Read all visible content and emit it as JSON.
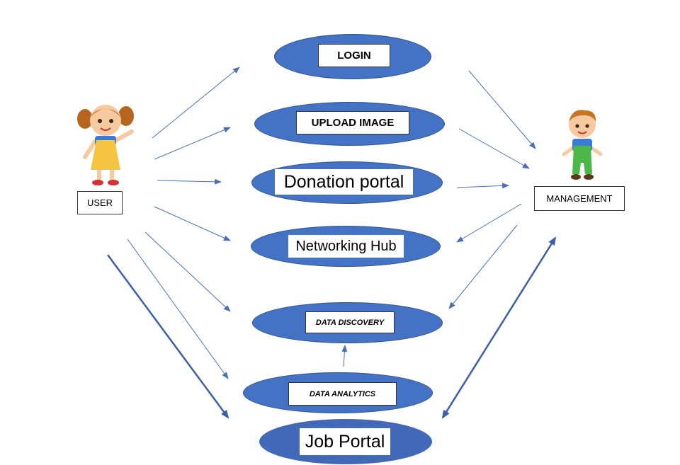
{
  "actors": {
    "user_label": "USER",
    "management_label": "MANAGEMENT"
  },
  "use_cases": {
    "login": "LOGIN",
    "upload_image": "UPLOAD IMAGE",
    "donation_portal": "Donation portal",
    "networking_hub": "Networking Hub",
    "data_discovery": "DATA DISCOVERY",
    "data_analytics": "DATA ANALYTICS",
    "job_portal": "Job Portal"
  },
  "colors": {
    "ellipse_fill": "#4472c4",
    "arrow": "#4a6fb5",
    "girl_dress": "#f5c542",
    "boy_overalls": "#4cb848"
  }
}
